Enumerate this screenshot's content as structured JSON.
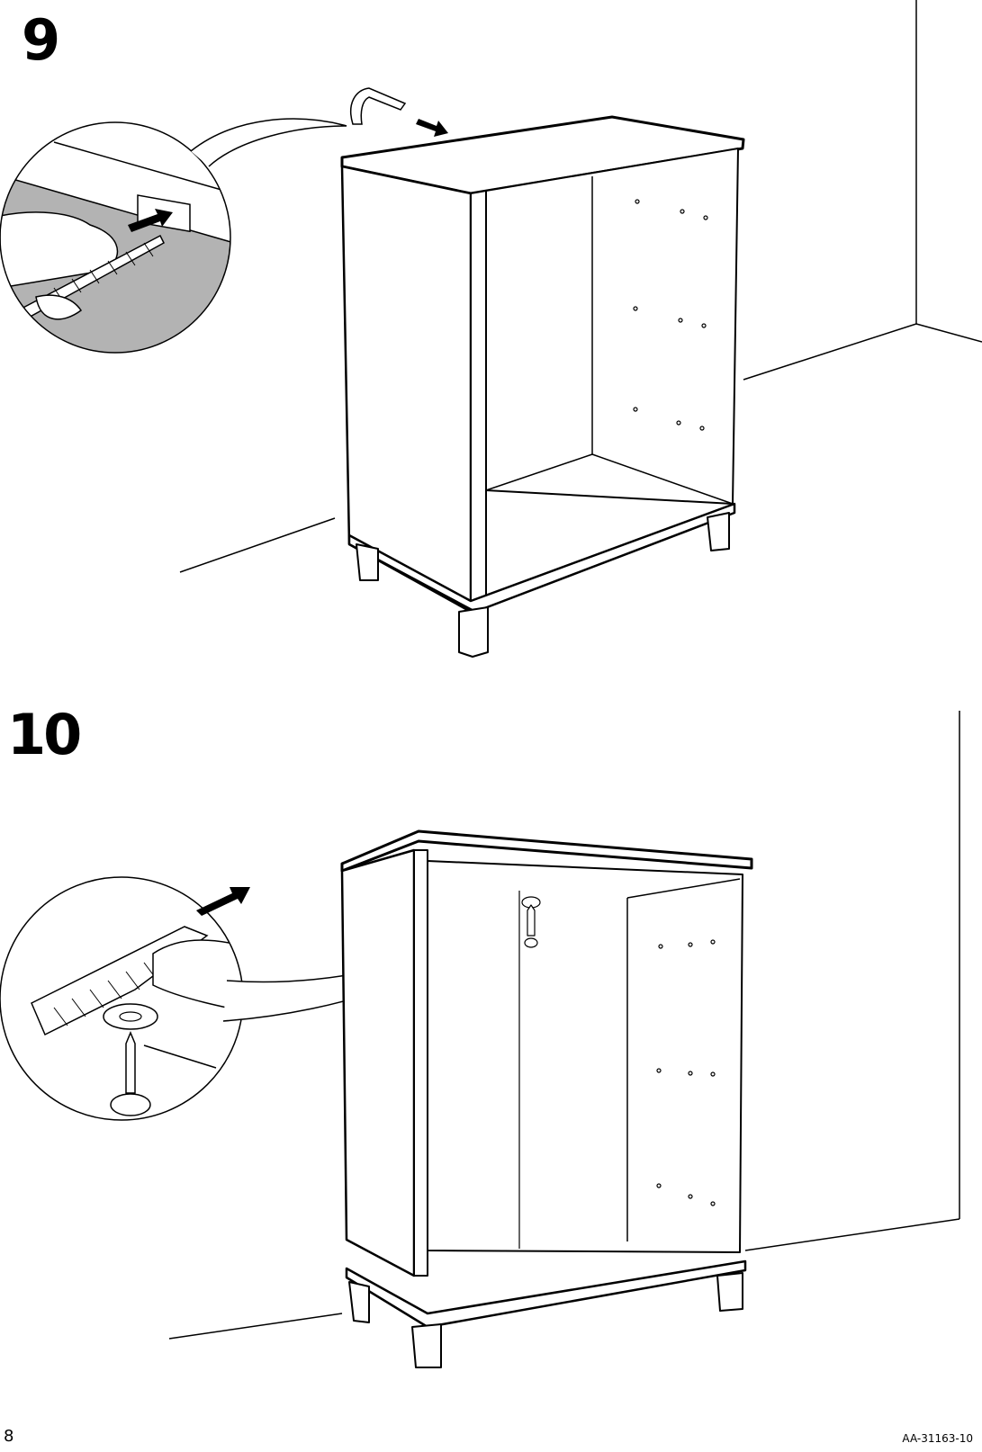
{
  "page": {
    "page_number": "8",
    "document_code": "AA-31163-10"
  },
  "steps": [
    {
      "number": "9",
      "illustration": "cabinet-frame-with-back-panel-strip",
      "detail_callout": "hand-sliding-strip-into-slot",
      "icons": [
        "arrow-icon",
        "hand-icon",
        "cabinet-icon",
        "wall-corner-icon"
      ]
    },
    {
      "number": "10",
      "illustration": "cabinet-frame-screw-attachment",
      "detail_callout": "hand-holding-bracket-with-washer-and-screw",
      "icons": [
        "arrow-icon",
        "hand-icon",
        "screw-icon",
        "washer-icon",
        "cabinet-icon",
        "wall-corner-icon"
      ]
    }
  ],
  "colors": {
    "line": "#000000",
    "background": "#ffffff",
    "callout_gray": "#b3b3b3"
  }
}
